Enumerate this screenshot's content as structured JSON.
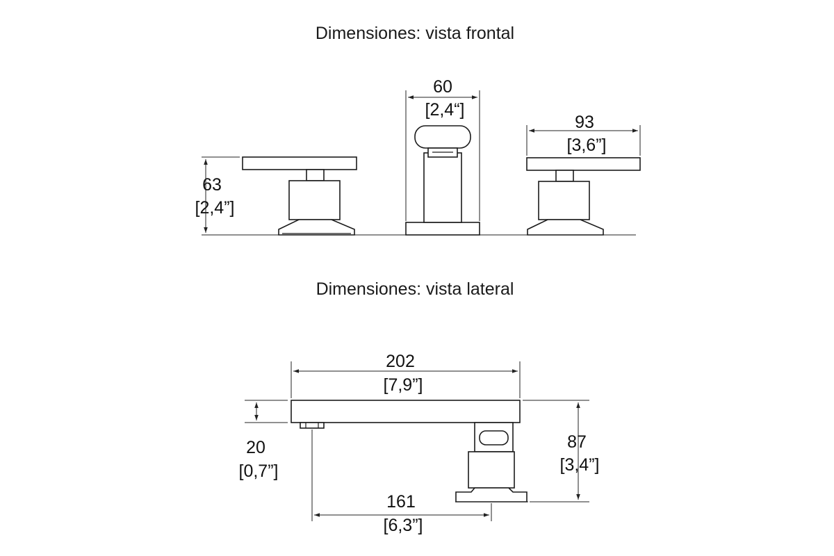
{
  "titles": {
    "front": "Dimensiones: vista frontal",
    "side": "Dimensiones: vista lateral"
  },
  "front_dims": {
    "height": {
      "value": "63",
      "inches": "[2,4”]"
    },
    "spout_width": {
      "value": "60",
      "inches": "[2,4“]"
    },
    "handle_width": {
      "value": "93",
      "inches": "[3,6”]"
    }
  },
  "side_dims": {
    "length": {
      "value": "202",
      "inches": "[7,9”]"
    },
    "spout_thickness": {
      "value": "20",
      "inches": "[0,7”]"
    },
    "total_height": {
      "value": "87",
      "inches": "[3,4”]"
    },
    "reach": {
      "value": "161",
      "inches": "[6,3”]"
    }
  }
}
